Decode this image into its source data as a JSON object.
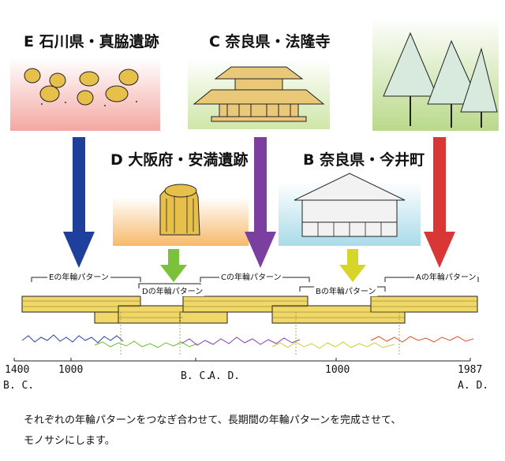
{
  "sites": {
    "E": {
      "title": "E 石川県・真脇遺跡",
      "color": "#f4a7a3"
    },
    "C": {
      "title": "C 奈良県・法隆寺",
      "color": "#cfe6a8"
    },
    "D": {
      "title": "D 大阪府・安満遺跡",
      "color": "#f7b96a"
    },
    "B": {
      "title": "B 奈良県・今井町",
      "color": "#a9dbe9"
    },
    "A": {
      "color": "#b9d98a"
    }
  },
  "arrows": {
    "E": "#1e3f9c",
    "C": "#7b3fa0",
    "A": "#d93636",
    "D": "#7bc23a",
    "B": "#d6d62a"
  },
  "patterns": {
    "E": "Eの年輪パターン",
    "D": "Dの年輪パターン",
    "C": "Cの年輪パターン",
    "B": "Bの年輪パターン",
    "A": "Aの年輪パターン"
  },
  "axis": {
    "t1400": "1400",
    "bc_left": "B. C.",
    "t1000a": "1000",
    "bc": "B. C.",
    "ad": "A. D.",
    "t1000b": "1000",
    "t1987": "1987",
    "ad_right": "A. D."
  },
  "caption": {
    "line1": "それぞれの年輪パターンをつなぎ合わせて、長期間の年輪パターンを完成させて、",
    "line2": "モノサシにします。"
  }
}
